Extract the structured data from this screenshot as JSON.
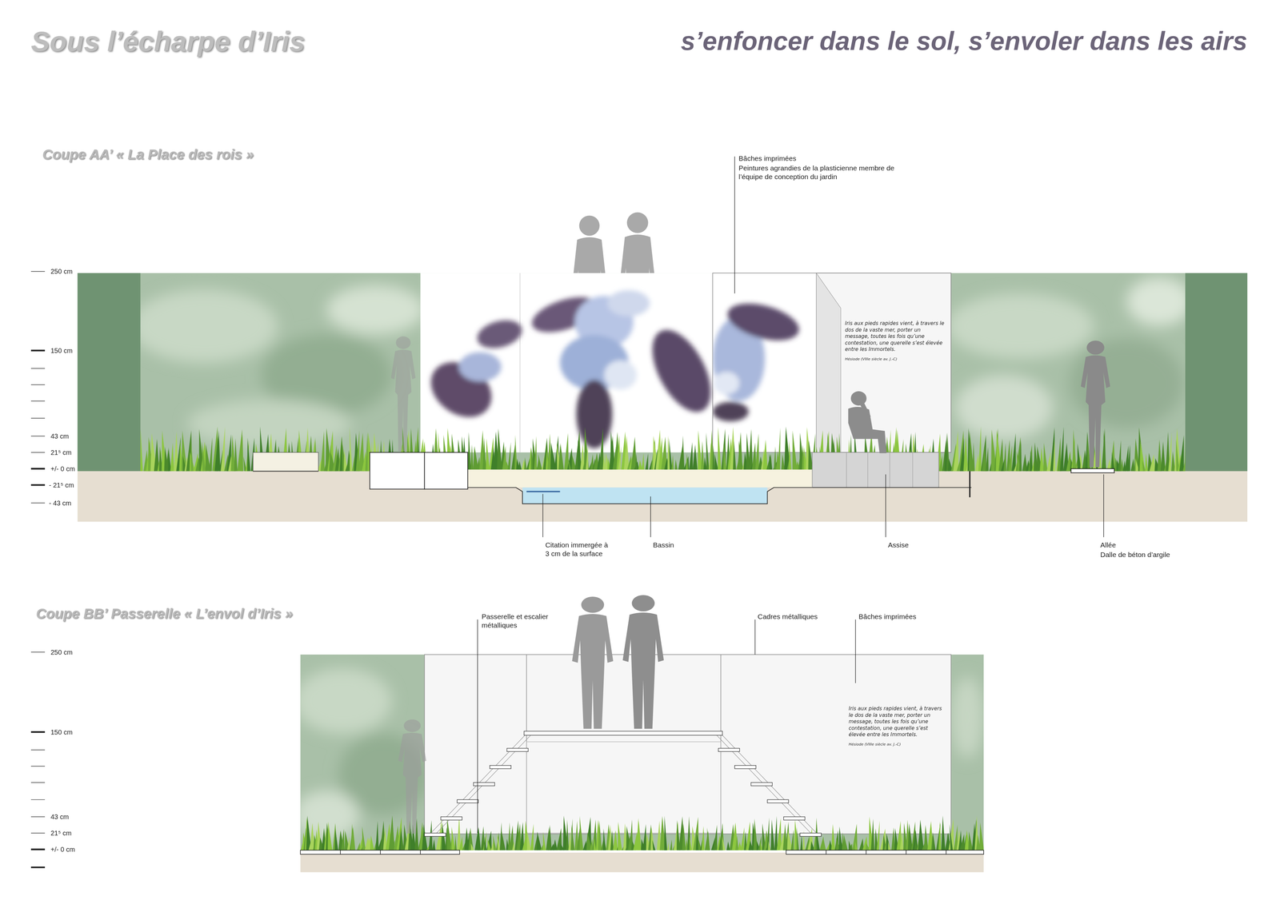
{
  "diagram": {
    "title": "Sous l’écharpe d’Iris",
    "nodes": [
      {
        "text": [
          "Iris aux pieds rapides vient, à travers le dos de la vaste mer, porter un message, toutes les fois qu’une contestation, une querelle s’est élevée entre les Immortels.",
          "Hésiode (VIIIe siècle av. J.-C)"
        ]
      },
      {
        "text": [
          "Iris aux pieds rapides vient, à travers le dos de la vaste mer, porter un message, toutes les fois qu’une contestation, une querelle s’est élevée entre les Immortels.",
          "Hésiode (VIIIe siècle av. J.-C)"
        ]
      }
    ],
    "labels": [
      "s’enfoncer dans le sol, s’envoler dans les airs",
      "Coupe AA’ « La Place des rois »",
      "250 cm",
      "150 cm",
      "43 cm",
      "21⁵ cm",
      "+/- 0 cm",
      "- 21⁵ cm",
      "- 43 cm",
      "Bâches imprimées",
      "Peintures agrandies de la plasticienne membre de l’équipe de conception du jardin",
      "Citation immergée à 3 cm de la surface",
      "Bassin",
      "Assise",
      "Allée",
      "Dalle de béton d’argile",
      "Coupe BB’ Passerelle « L’envol d’Iris »",
      "250 cm",
      "150 cm",
      "43 cm",
      "21⁵ cm",
      "+/- 0 cm",
      "Passerelle et escalier métalliques",
      "Cadres métalliques",
      "Bâches imprimées"
    ]
  }
}
